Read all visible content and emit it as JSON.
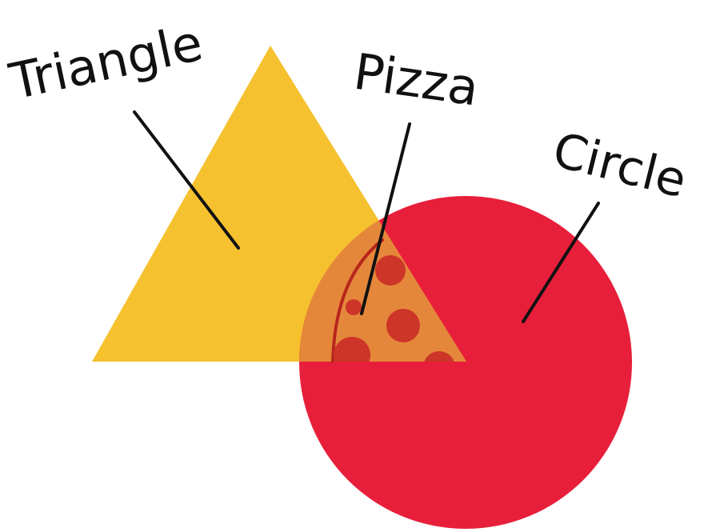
{
  "labels": {
    "triangle": "Triangle",
    "pizza": "Pizza",
    "circle": "Circle"
  },
  "colors": {
    "background": "#ffffff",
    "triangle": "#f5c12e",
    "circle": "#e81f3a",
    "overlap": "#e5873a",
    "pepperoni": "#cc3528",
    "crust_line": "#b8261d",
    "label_ink": "#111111"
  },
  "icons": {
    "triangle": "triangle-shape",
    "circle": "circle-shape",
    "pizza": "pizza-slice-icon"
  }
}
